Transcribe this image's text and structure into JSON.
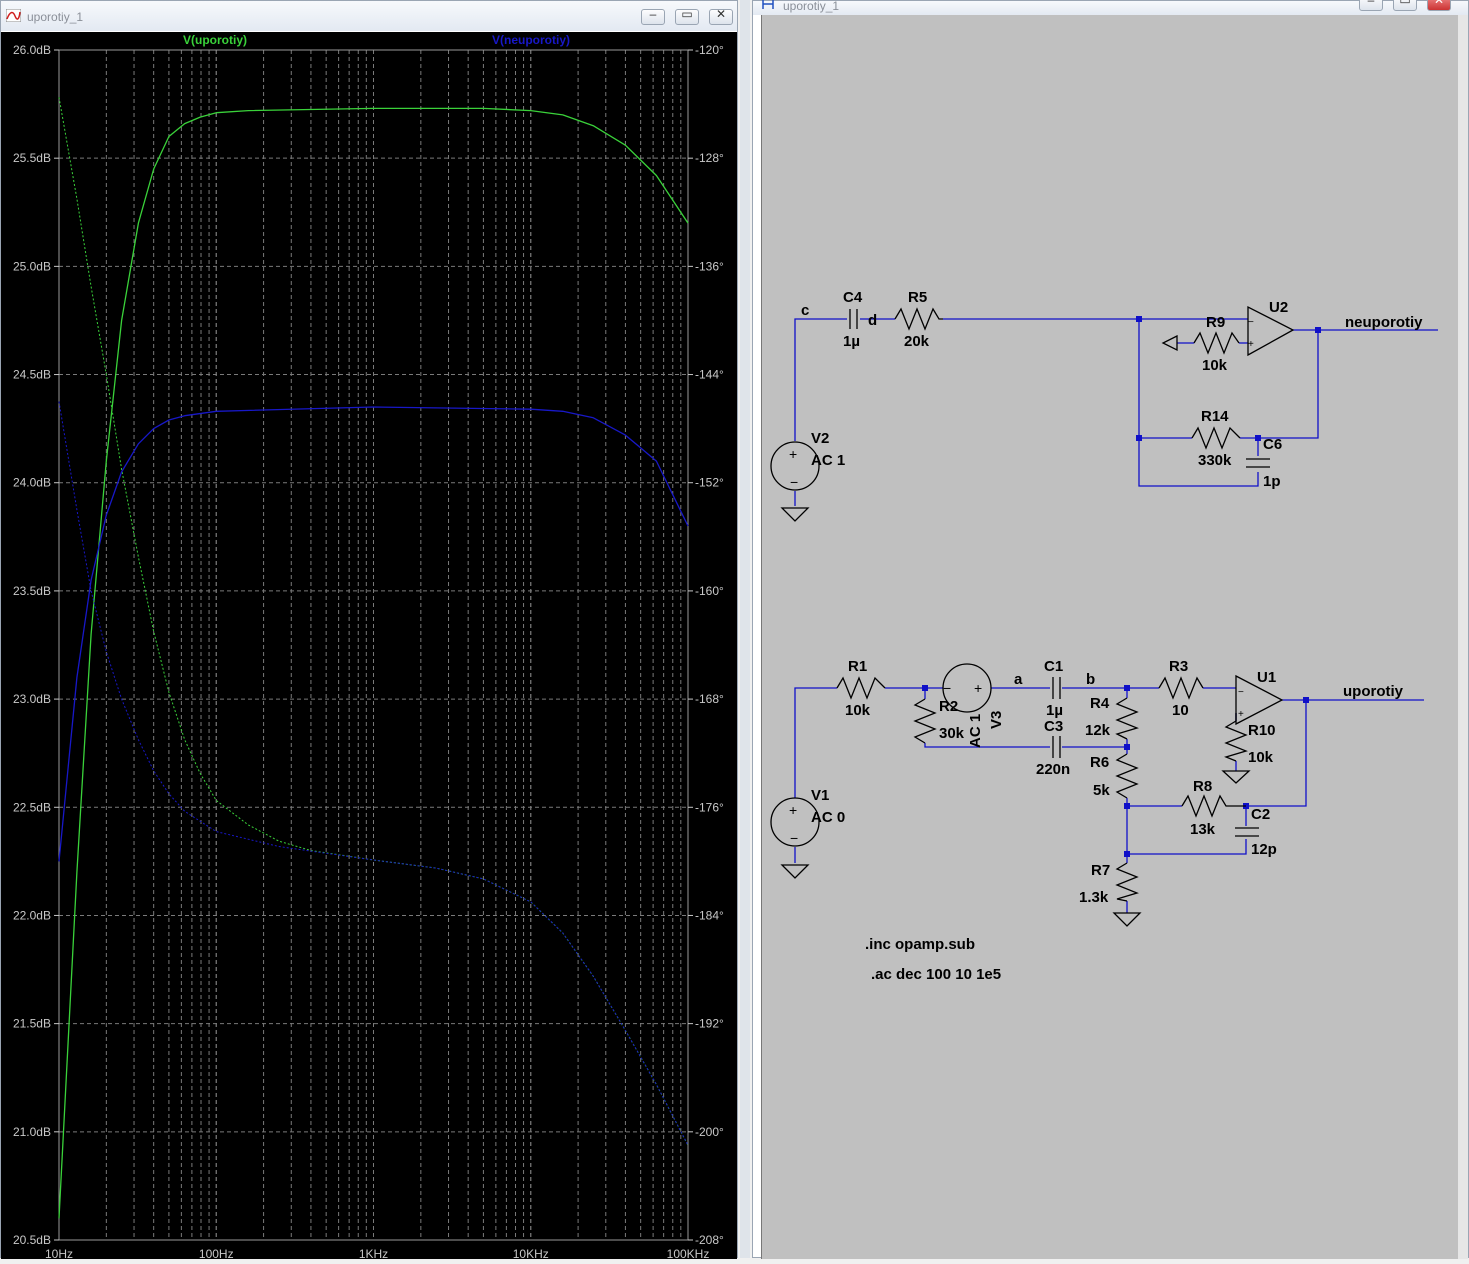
{
  "waveform_window": {
    "title": "uporotiy_1",
    "buttons": [
      "minimize",
      "maximize",
      "close"
    ]
  },
  "schematic_window": {
    "title": "uporotiy_1",
    "buttons": [
      "minimize",
      "maximize",
      "close"
    ]
  },
  "colors": {
    "plot_bg": "#000000",
    "grid": "#7a7a7a",
    "trace_uporotiy": "#3ad23a",
    "trace_neuporotiy": "#1818c8",
    "schematic_bg": "#c0c0c0",
    "wire": "#1010c8",
    "component": "#000000"
  },
  "chart_data": {
    "type": "line",
    "x_scale": "log",
    "xlim": [
      10,
      100000
    ],
    "x_ticks": [
      "10Hz",
      "100Hz",
      "1KHz",
      "10KHz",
      "100KHz"
    ],
    "ylim_left": [
      20.5,
      26.0
    ],
    "y_left_unit": "dB",
    "y_left_ticks": [
      "26.0dB",
      "25.5dB",
      "25.0dB",
      "24.5dB",
      "24.0dB",
      "23.5dB",
      "23.0dB",
      "22.5dB",
      "22.0dB",
      "21.5dB",
      "21.0dB",
      "20.5dB"
    ],
    "ylim_right": [
      -208,
      -120
    ],
    "y_right_unit": "degrees",
    "y_right_ticks": [
      "-120°",
      "-128°",
      "-136°",
      "-144°",
      "-152°",
      "-160°",
      "-168°",
      "-176°",
      "-184°",
      "-192°",
      "-200°",
      "-208°"
    ],
    "grid": true,
    "series": [
      {
        "name": "V(uporotiy)",
        "color": "#3ad23a",
        "magnitude_db": [
          [
            10,
            20.6
          ],
          [
            13,
            22.2
          ],
          [
            16,
            23.3
          ],
          [
            20,
            24.1
          ],
          [
            25,
            24.75
          ],
          [
            32,
            25.2
          ],
          [
            40,
            25.45
          ],
          [
            50,
            25.6
          ],
          [
            63,
            25.66
          ],
          [
            79,
            25.69
          ],
          [
            100,
            25.71
          ],
          [
            160,
            25.72
          ],
          [
            1000,
            25.73
          ],
          [
            5000,
            25.73
          ],
          [
            10000,
            25.72
          ],
          [
            16000,
            25.7
          ],
          [
            25000,
            25.65
          ],
          [
            40000,
            25.56
          ],
          [
            63000,
            25.42
          ],
          [
            100000,
            25.2
          ]
        ],
        "phase_deg": [
          [
            10,
            -123.5
          ],
          [
            13,
            -131
          ],
          [
            16,
            -137.5
          ],
          [
            20,
            -144
          ],
          [
            25,
            -151
          ],
          [
            32,
            -157.5
          ],
          [
            40,
            -163
          ],
          [
            50,
            -167.5
          ],
          [
            63,
            -171
          ],
          [
            79,
            -173.5
          ],
          [
            100,
            -175.5
          ],
          [
            160,
            -177.3
          ],
          [
            250,
            -178.5
          ],
          [
            400,
            -179.2
          ],
          [
            1000,
            -179.9
          ],
          [
            2500,
            -180.5
          ],
          [
            5000,
            -181.3
          ],
          [
            10000,
            -183
          ],
          [
            16000,
            -185.3
          ],
          [
            25000,
            -188.5
          ],
          [
            40000,
            -192.5
          ],
          [
            63000,
            -196.5
          ],
          [
            100000,
            -201
          ]
        ]
      },
      {
        "name": "V(neuporotiy)",
        "color": "#1818c8",
        "magnitude_db": [
          [
            10,
            22.25
          ],
          [
            13,
            23.1
          ],
          [
            16,
            23.55
          ],
          [
            20,
            23.85
          ],
          [
            25,
            24.05
          ],
          [
            32,
            24.18
          ],
          [
            40,
            24.25
          ],
          [
            50,
            24.29
          ],
          [
            63,
            24.31
          ],
          [
            100,
            24.33
          ],
          [
            1000,
            24.35
          ],
          [
            10000,
            24.34
          ],
          [
            16000,
            24.33
          ],
          [
            25000,
            24.3
          ],
          [
            40000,
            24.22
          ],
          [
            63000,
            24.1
          ],
          [
            100000,
            23.8
          ]
        ],
        "phase_deg": [
          [
            10,
            -146
          ],
          [
            13,
            -154
          ],
          [
            16,
            -160
          ],
          [
            20,
            -164.5
          ],
          [
            25,
            -168
          ],
          [
            32,
            -171
          ],
          [
            40,
            -173.3
          ],
          [
            50,
            -175
          ],
          [
            63,
            -176.3
          ],
          [
            100,
            -177.8
          ],
          [
            250,
            -178.9
          ],
          [
            1000,
            -179.9
          ],
          [
            2500,
            -180.5
          ],
          [
            5000,
            -181.3
          ],
          [
            10000,
            -183
          ],
          [
            16000,
            -185.3
          ],
          [
            25000,
            -188.5
          ],
          [
            40000,
            -192.5
          ],
          [
            63000,
            -196.5
          ],
          [
            100000,
            -201
          ]
        ]
      }
    ]
  },
  "schematic": {
    "labels": {
      "C4": "C4",
      "C4_val": "1µ",
      "R5": "R5",
      "R5_val": "20k",
      "R9": "R9",
      "R9_val": "10k",
      "U2": "U2",
      "out2": "neuporotiy",
      "R14": "R14",
      "R14_val": "330k",
      "C6": "C6",
      "C6_val": "1p",
      "V2": "V2",
      "V2_val": "AC 1",
      "node_c": "c",
      "node_d": "d",
      "R1": "R1",
      "R1_val": "10k",
      "R2": "R2",
      "R2_val": "30k",
      "V3": "V3",
      "V3_val": "AC 1",
      "node_a": "a",
      "node_b": "b",
      "C1": "C1",
      "C1_val": "1µ",
      "C3": "C3",
      "C3_val": "220n",
      "R4": "R4",
      "R4_val": "12k",
      "R3": "R3",
      "R3_val": "10",
      "U1": "U1",
      "out1": "uporotiy",
      "R10": "R10",
      "R10_val": "10k",
      "R6": "R6",
      "R6_val": "5k",
      "R8": "R8",
      "R8_val": "13k",
      "C2": "C2",
      "C2_val": "12p",
      "R7": "R7",
      "R7_val": "1.3k",
      "V1": "V1",
      "V1_val": "AC 0"
    },
    "directives": [
      ".inc opamp.sub",
      ".ac dec 100 10 1e5"
    ]
  }
}
